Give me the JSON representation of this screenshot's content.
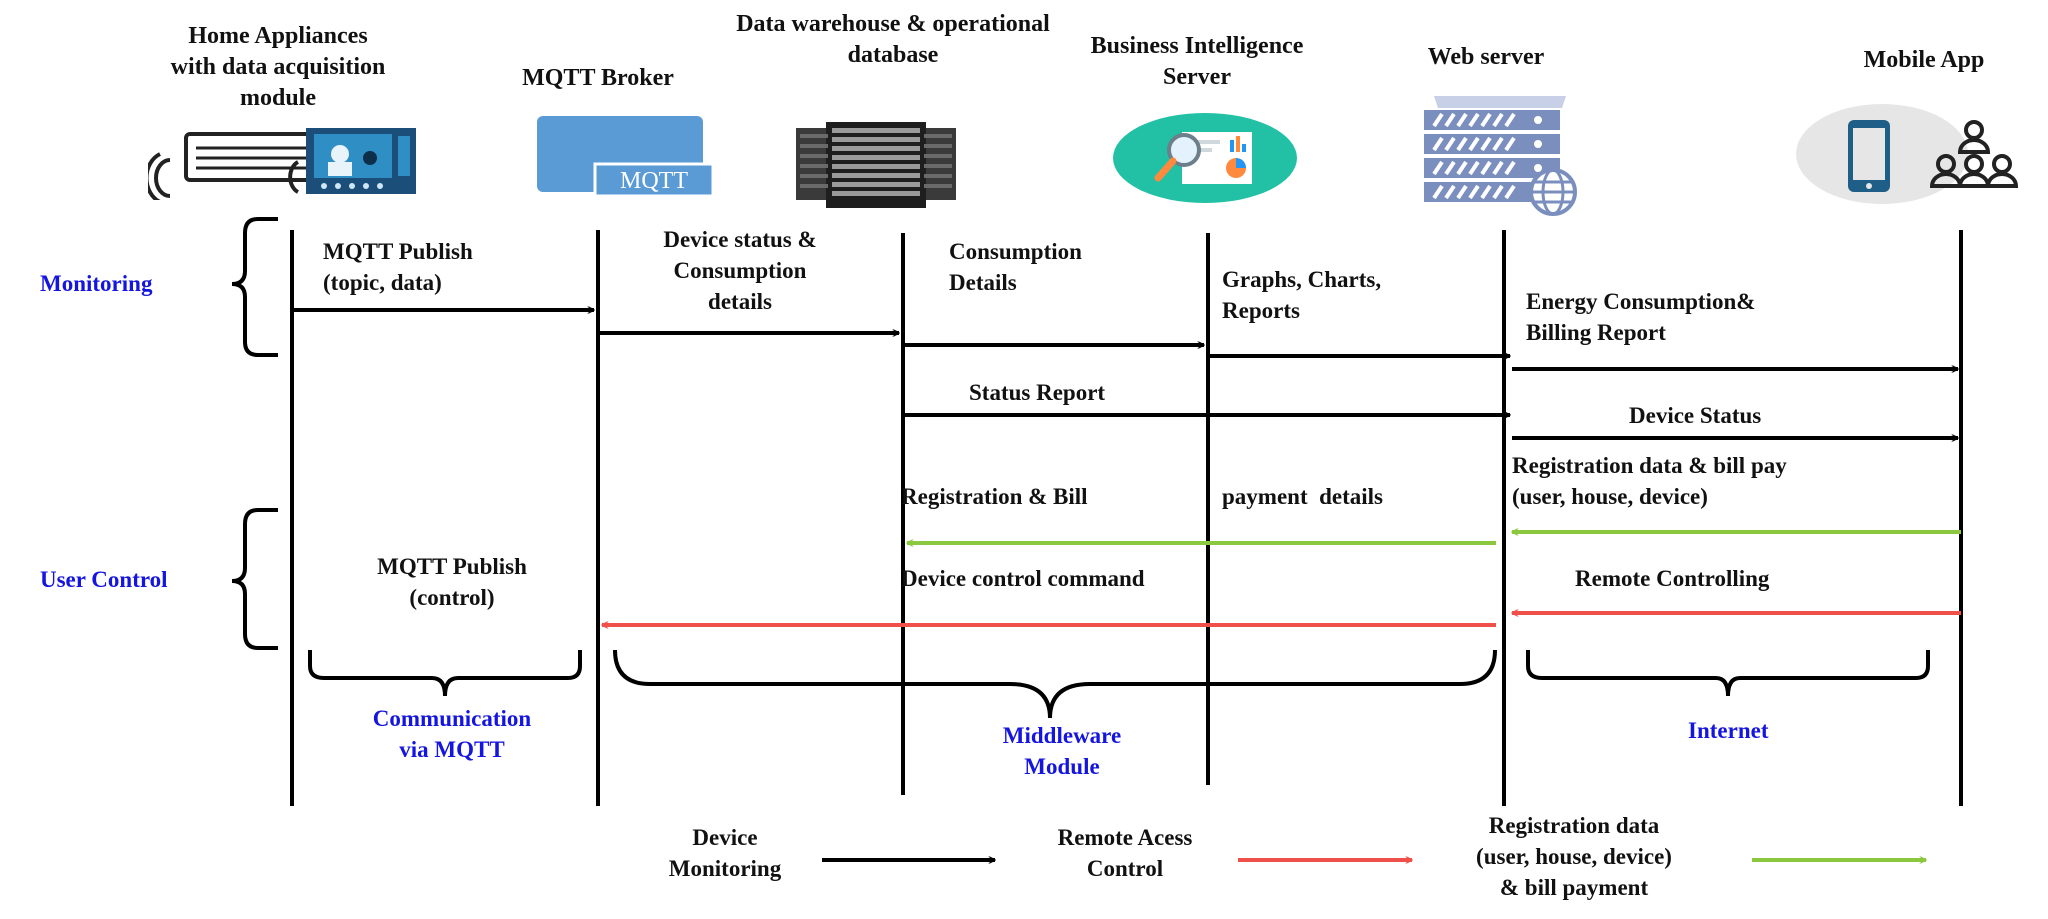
{
  "colors": {
    "monitor": "#000000",
    "control": "#f0504a",
    "registration": "#8bc840",
    "section_label": "#1515e0"
  },
  "actors": [
    {
      "name": "Home Appliances with data acquisition module",
      "lines": [
        "Home Appliances",
        "with data acquisition",
        "module"
      ],
      "icon": "home-appliance-icon"
    },
    {
      "name": "MQTT Broker",
      "lines": [
        "MQTT Broker"
      ],
      "icon": "mqtt-broker-icon",
      "icon_text": "MQTT"
    },
    {
      "name": "Data warehouse & operational database",
      "lines": [
        "Data warehouse & operational",
        "database"
      ],
      "icon": "server-rack-icon"
    },
    {
      "name": "Business Intelligence Server",
      "lines": [
        "Business Intelligence",
        "Server"
      ],
      "icon": "bi-analytics-icon"
    },
    {
      "name": "Web server",
      "lines": [
        "Web server"
      ],
      "icon": "web-server-icon"
    },
    {
      "name": "Mobile App",
      "lines": [
        "Mobile App"
      ],
      "icon": "mobile-users-icon"
    }
  ],
  "sections": {
    "monitoring": "Monitoring",
    "user_control": "User Control",
    "communication": [
      "Communication",
      "via MQTT"
    ],
    "middleware": [
      "Middleware",
      "Module"
    ],
    "internet": "Internet"
  },
  "messages": [
    {
      "id": "m1",
      "from": "Home Appliances",
      "to": "MQTT Broker",
      "type": "monitor",
      "lines": [
        "MQTT Publish",
        "(topic, data)"
      ]
    },
    {
      "id": "m2",
      "from": "MQTT Broker",
      "to": "Data warehouse",
      "type": "monitor",
      "lines": [
        "Device status &",
        "Consumption",
        "details"
      ]
    },
    {
      "id": "m3",
      "from": "Data warehouse",
      "to": "Business Intelligence Server",
      "type": "monitor",
      "lines": [
        "Consumption",
        "Details"
      ]
    },
    {
      "id": "m4",
      "from": "Business Intelligence Server",
      "to": "Web server",
      "type": "monitor",
      "lines": [
        "Graphs, Charts,",
        "Reports"
      ]
    },
    {
      "id": "m5",
      "from": "Web server",
      "to": "Mobile App",
      "type": "monitor",
      "lines": [
        "Energy Consumption&",
        "Billing Report"
      ]
    },
    {
      "id": "m6",
      "from": "Data warehouse",
      "to": "Web server",
      "type": "monitor",
      "lines": [
        "Status Report"
      ]
    },
    {
      "id": "m7",
      "from": "Web server",
      "to": "Mobile App",
      "type": "monitor",
      "lines": [
        "Device Status"
      ]
    },
    {
      "id": "m8",
      "from": "Mobile App",
      "to": "Web server",
      "type": "registration",
      "lines": [
        "Registration data & bill pay",
        "(user, house, device)"
      ]
    },
    {
      "id": "m9",
      "from": "Web server",
      "to": "Data warehouse",
      "type": "registration",
      "lines": [
        "Registration & Bill"
      ]
    },
    {
      "id": "m9b",
      "note": "between BI server and Web server",
      "lines": [
        "payment  details"
      ]
    },
    {
      "id": "m10",
      "from": "Mobile App",
      "to": "Web server",
      "type": "control",
      "lines": [
        "Remote Controlling"
      ]
    },
    {
      "id": "m11",
      "from": "Web server",
      "to": "MQTT Broker",
      "type": "control",
      "lines": [
        "Device control command"
      ]
    },
    {
      "id": "m12",
      "note": "between Home Appliances and MQTT Broker",
      "lines": [
        "MQTT Publish",
        "(control)"
      ]
    }
  ],
  "legend": [
    {
      "type": "monitor",
      "lines": [
        "Device",
        "Monitoring"
      ]
    },
    {
      "type": "control",
      "lines": [
        "Remote Acess",
        "Control"
      ]
    },
    {
      "type": "registration",
      "lines": [
        "Registration data",
        "(user, house, device)",
        "& bill payment"
      ]
    }
  ]
}
